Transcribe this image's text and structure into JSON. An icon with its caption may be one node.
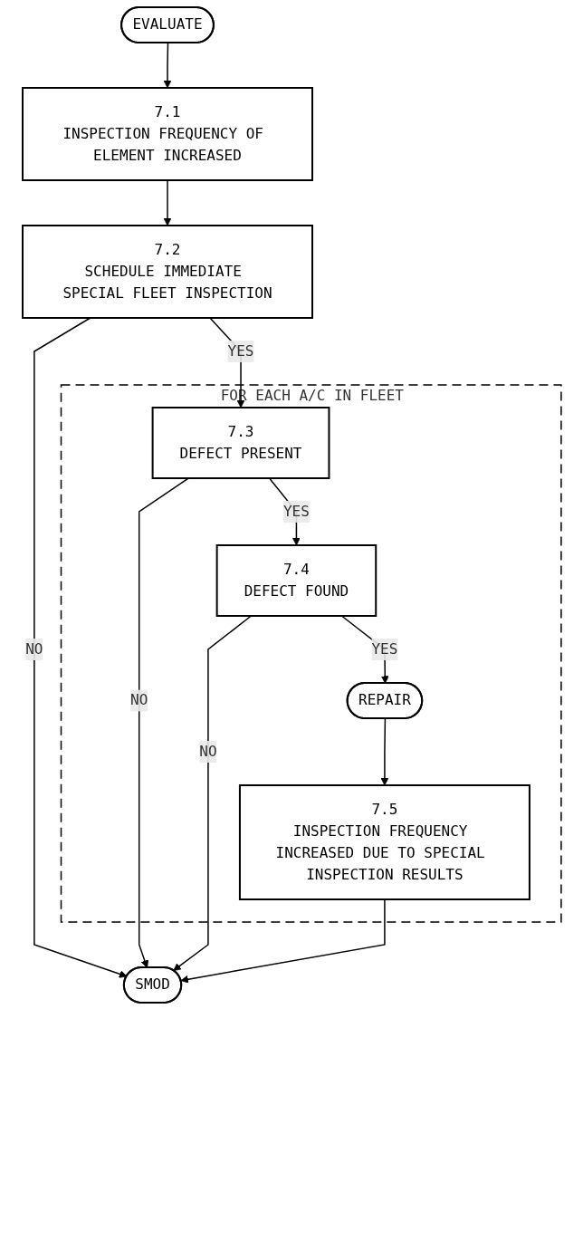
{
  "diagram": {
    "nodes": [
      {
        "text": [
          "EVALUATE"
        ]
      },
      {
        "text": [
          "7.1",
          "INSPECTION FREQUENCY OF ELEMENT INCREASED"
        ]
      },
      {
        "text": [
          "7.2",
          "SCHEDULE IMMEDIATE SPECIAL FLEET INSPECTION"
        ]
      },
      {
        "text": [
          "SMOD"
        ]
      },
      {
        "text": [
          "FOR EACH A/C IN FLEET"
        ]
      },
      {
        "text": [
          "7.3",
          "DEFECT PRESENT"
        ],
        "in": 4
      },
      {
        "text": [
          "7.4",
          "DEFECT FOUND"
        ],
        "in": 4
      },
      {
        "text": [
          "REPAIR"
        ],
        "in": 4
      },
      {
        "text": [
          "7.5",
          "INSPECTION FREQUENCY INCREASED DUE TO SPECIAL INSPECTION RESULTS"
        ],
        "in": 4
      }
    ],
    "edges": [
      {
        "from": 0,
        "to": 1,
        "arrow": "to"
      },
      {
        "from": 1,
        "to": 2,
        "arrow": "to"
      },
      {
        "from": 2,
        "to": 3,
        "label": "NO",
        "arrow": "to"
      },
      {
        "from": 2,
        "to": 5,
        "label": "YES",
        "arrow": "to"
      },
      {
        "from": 5,
        "to": 3,
        "label": "NO",
        "arrow": "to"
      },
      {
        "from": 5,
        "to": 6,
        "label": "YES",
        "arrow": "to"
      },
      {
        "from": 6,
        "to": 3,
        "label": "NO",
        "arrow": "to"
      },
      {
        "from": 6,
        "to": 7,
        "label": "YES",
        "arrow": "to"
      },
      {
        "from": 7,
        "to": 8,
        "arrow": "to"
      },
      {
        "from": 8,
        "to": 3,
        "arrow": "to"
      }
    ]
  }
}
